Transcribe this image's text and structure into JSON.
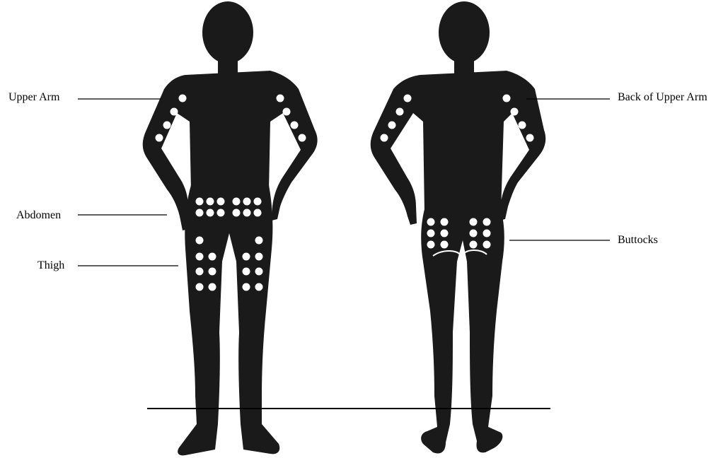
{
  "labels": {
    "upper_arm": "Upper Arm",
    "abdomen": "Abdomen",
    "thigh": "Thigh",
    "back_of_upper_arm": "Back of Upper Arm",
    "buttocks": "Buttocks"
  },
  "colors": {
    "silhouette": "#1a1a1a",
    "dot": "#ffffff",
    "line": "#000000",
    "background": "#ffffff"
  }
}
